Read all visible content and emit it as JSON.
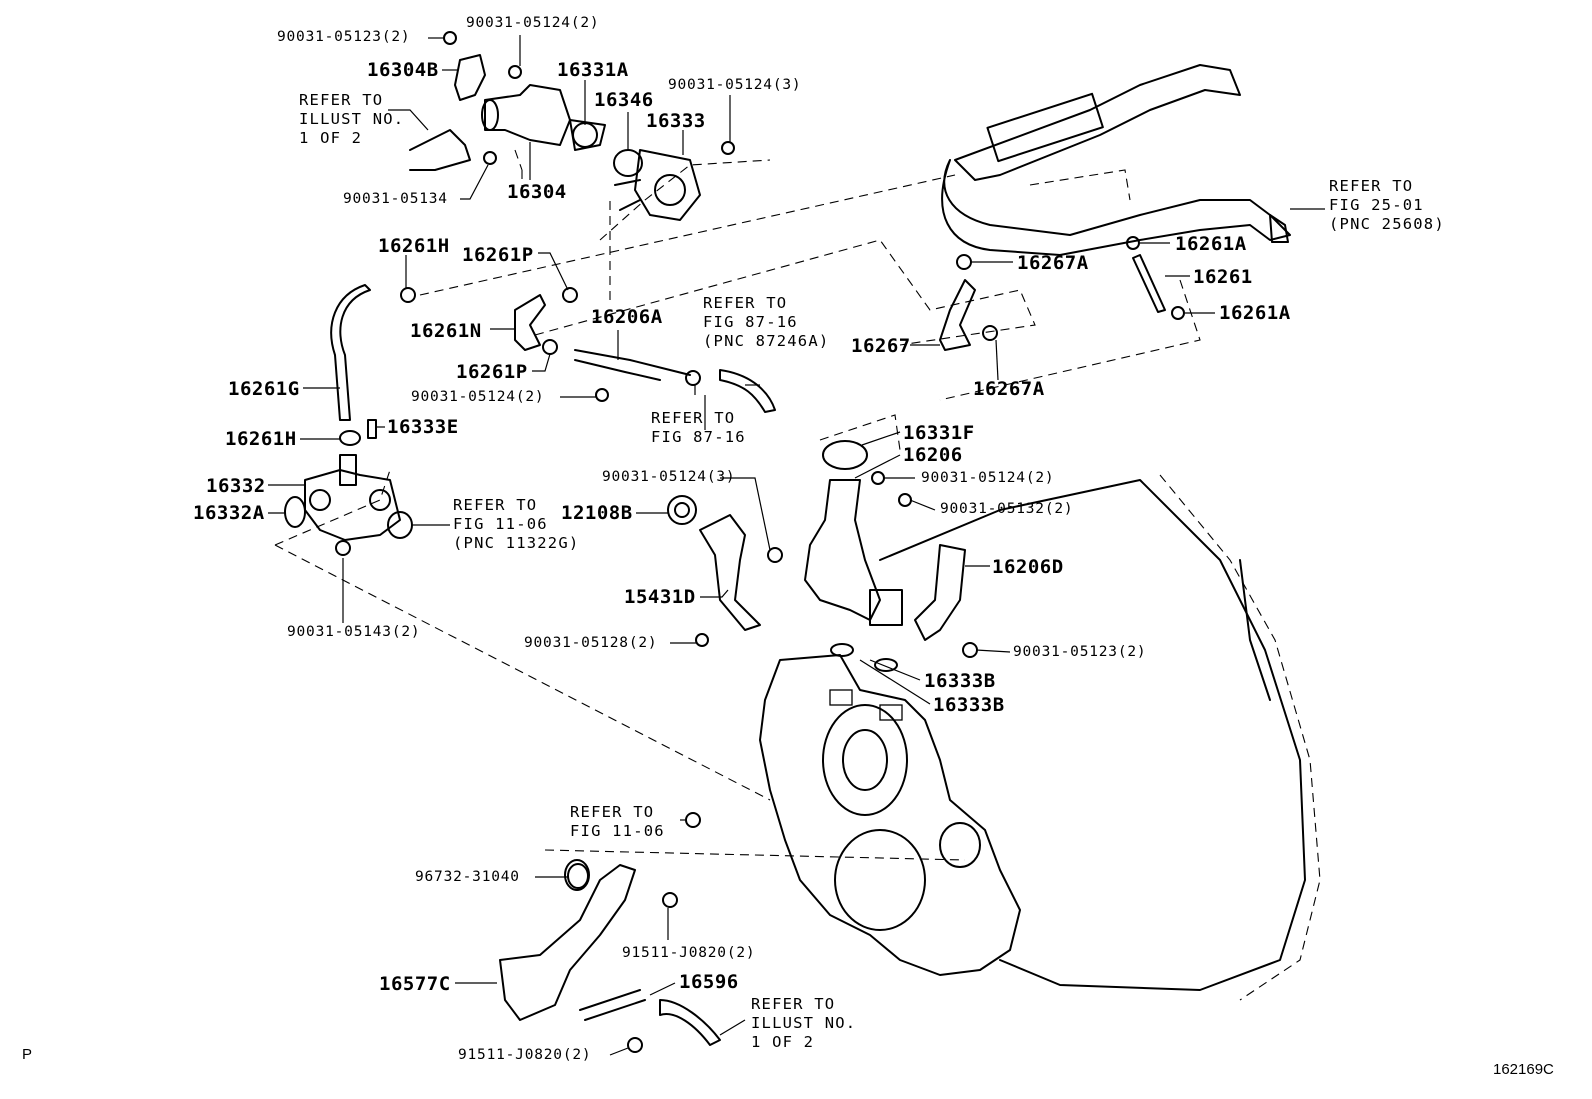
{
  "parts": {
    "p16304B": "16304B",
    "p16331A": "16331A",
    "p16346": "16346",
    "p16333": "16333",
    "p16304": "16304",
    "p16261H_top": "16261H",
    "p16261P_top": "16261P",
    "p16261N": "16261N",
    "p16206A": "16206A",
    "p16261P_mid": "16261P",
    "p16261G": "16261G",
    "p16261H_low": "16261H",
    "p16333E": "16333E",
    "p16332": "16332",
    "p16332A": "16332A",
    "p12108B": "12108B",
    "p15431D": "15431D",
    "p16331F": "16331F",
    "p16206": "16206",
    "p16206D": "16206D",
    "p16333B_a": "16333B",
    "p16333B_b": "16333B",
    "p16267A_top": "16267A",
    "p16267": "16267",
    "p16267A_low": "16267A",
    "p16261A_top": "16261A",
    "p16261": "16261",
    "p16261A_low": "16261A",
    "p16577C": "16577C",
    "p16596": "16596"
  },
  "bolts": {
    "b1": "90031-05123(2)",
    "b2": "90031-05124(2)",
    "b3": "90031-05124(3)",
    "b4": "90031-05134",
    "b5": "90031-05124(2)",
    "b6": "90031-05143(2)",
    "b7": "90031-05124(3)",
    "b8": "90031-05128(2)",
    "b9": "90031-05124(2)",
    "b10": "90031-05132(2)",
    "b11": "90031-05123(2)",
    "b12": "96732-31040",
    "b13": "91511-J0820(2)",
    "b14": "91511-J0820(2)"
  },
  "refs": {
    "r1": [
      "REFER TO",
      "ILLUST NO.",
      "1 OF 2"
    ],
    "r2": [
      "REFER TO",
      "FIG 87-16",
      "(PNC 87246A)"
    ],
    "r3": [
      "REFER TO",
      "FIG 87-16"
    ],
    "r4": [
      "REFER TO",
      "FIG 11-06",
      "(PNC 11322G)"
    ],
    "r5": [
      "REFER TO",
      "FIG 25-01",
      "(PNC 25608)"
    ],
    "r6": [
      "REFER TO",
      "FIG 11-06"
    ],
    "r7": [
      "REFER TO",
      "ILLUST NO.",
      "1 OF 2"
    ]
  },
  "corner_left": "P",
  "figure_id": "162169C"
}
